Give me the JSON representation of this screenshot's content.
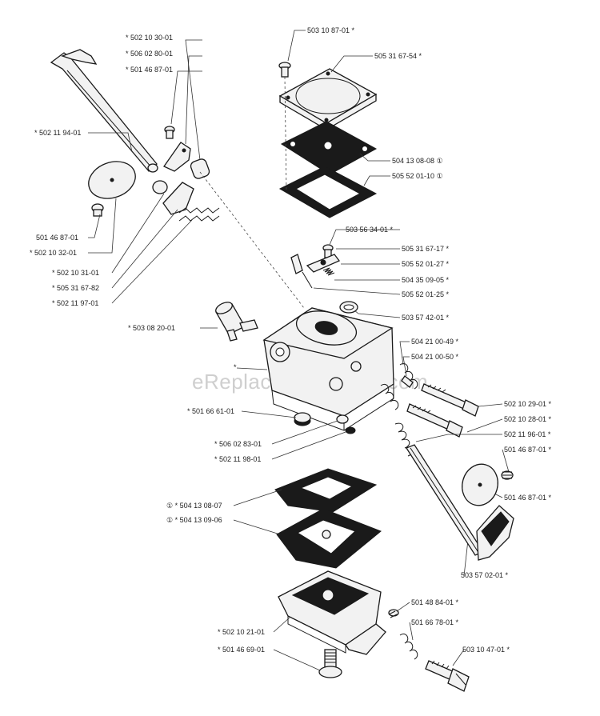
{
  "watermark": "eReplacementParts.com",
  "labels": {
    "l_502103001": "* 502 10 30-01",
    "l_506028001": "* 506 02 80-01",
    "l_501468701a": "* 501 46 87-01",
    "l_502119401": "* 502 11 94-01",
    "l_501468701b": "501 46 87-01",
    "l_502103201": "* 502 10 32-01",
    "l_502103101": "* 502 10 31-01",
    "l_5053167_82": "* 505 31 67-82",
    "l_502119701": "* 502 11 97-01",
    "l_503082001": "* 503 08 20-01",
    "l_503108701": "503 10 87-01 *",
    "l_5053167_54": "505 31 67-54 *",
    "l_504130808": "504 13 08-08 ①",
    "l_505520110": "505 52 01-10 ①",
    "l_503563401": "503 56 34-01 *",
    "l_5053167_17": "505 31 67-17 *",
    "l_505520127": "505 52 01-27 *",
    "l_504350905": "504 35 09-05 *",
    "l_505520125": "505 52 01-25 *",
    "l_503574201": "503 57 42-01 *",
    "l_504210049": "504 21 00-49 *",
    "l_504210050": "504 21 00-50 *",
    "l_502102901": "502 10 29-01 *",
    "l_502102801": "502 10 28-01 *",
    "l_502119601": "502 11 96-01 *",
    "l_501468701c": "501 46 87-01 *",
    "l_501468701d": "501 46 87-01 *",
    "l_501666101": "* 501 66 61-01",
    "l_506028301": "* 506 02 83-01",
    "l_502119801": "* 502 11 98-01",
    "l_504130807": "① * 504 13 08-07",
    "l_504130906": "① * 504 13 09-06",
    "l_503570201": "503 57 02-01 *",
    "l_501488401": "501 48 84-01 *",
    "l_501667801": "501 66 78-01 *",
    "l_503104701": "503 10 47-01 *",
    "l_502102101": "* 502 10 21-01",
    "l_501466901": "* 501 46 69-01",
    "l_body": "*"
  }
}
